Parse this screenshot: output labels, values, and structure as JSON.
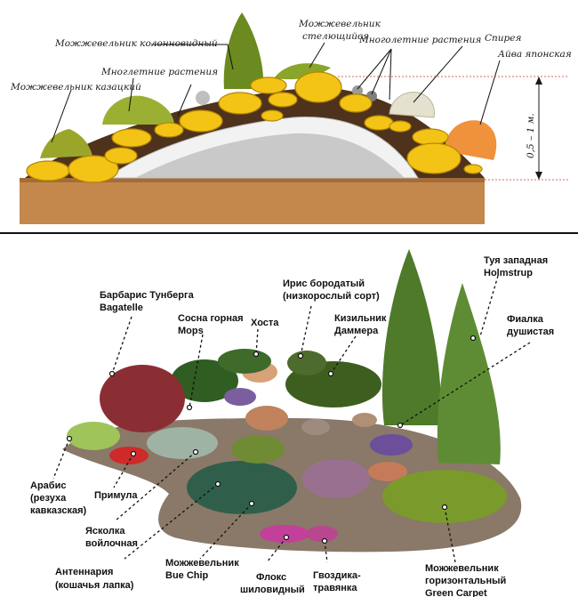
{
  "top_diagram": {
    "labels": {
      "juniper_cossack": "Можжевельник казацкий",
      "perennials_left": "Многлетние растения",
      "juniper_columnar": "Можжевельник колонновидный",
      "juniper_creeping_1": "Можжевельник",
      "juniper_creeping_2": "стелющийся",
      "perennials_right": "Многолетние растения",
      "spiraea": "Спирея",
      "quince": "Айва японская"
    },
    "height_marker": "0,5 – 1 м.",
    "colors": {
      "stone": "#f3c316",
      "stone_edge": "#b38600",
      "soil": "#c4884d",
      "earth": "#5a3a22",
      "gravel": "#c9c9c9"
    }
  },
  "bottom_diagram": {
    "labels": {
      "barberry_1": "Барбарис Тунберга",
      "barberry_2": "Bagatelle",
      "pine_1": "Сосна горная",
      "pine_2": "Mops",
      "hosta": "Хоста",
      "iris_1": "Ирис бородатый",
      "iris_2": "(низкорослый сорт)",
      "cotoneaster_1": "Кизильник",
      "cotoneaster_2": "Даммера",
      "thuja_1": "Туя западная",
      "thuja_2": "Holmstrup",
      "violet_1": "Фиалка",
      "violet_2": "душистая",
      "arabis_1": "Арабис",
      "arabis_2": "(резуха",
      "arabis_3": "кавказская)",
      "primula": "Примула",
      "cerastium_1": "Ясколка",
      "cerastium_2": "войлочная",
      "antennaria_1": "Антеннария",
      "antennaria_2": "(кошачья лапка)",
      "juniper_blue_1": "Можжевельник",
      "juniper_blue_2": "Bue Chip",
      "phlox_1": "Флокс",
      "phlox_2": "шиловидный",
      "dianthus_1": "Гвоздика-",
      "dianthus_2": "травянка",
      "juniper_hz_1": "Можжевельник",
      "juniper_hz_2": "горизонтальный",
      "juniper_hz_3": "Green Carpet"
    }
  }
}
